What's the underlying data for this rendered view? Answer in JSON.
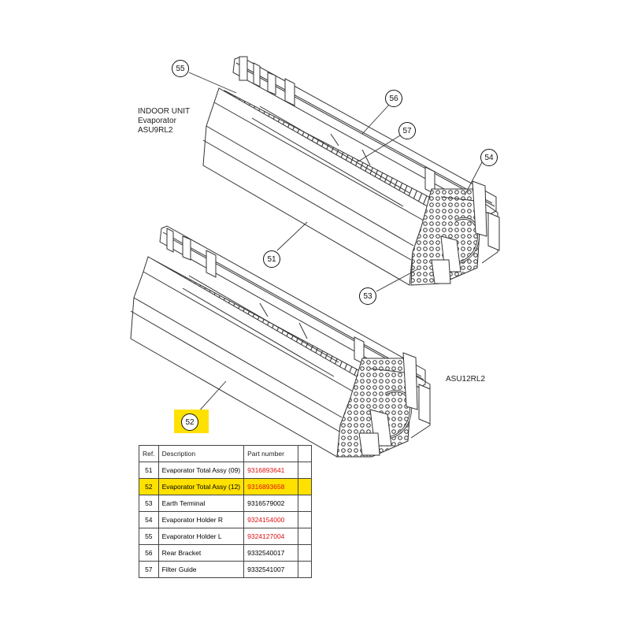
{
  "labels": {
    "indoor_unit": "INDOOR UNIT",
    "evaporator": "Evaporator",
    "model_a": "ASU9RL2",
    "model_b": "ASU12RL2"
  },
  "callouts": [
    "55",
    "56",
    "57",
    "54",
    "51",
    "53",
    "52"
  ],
  "highlight_color": "#ffe100",
  "red_color": "#dd1111",
  "table": {
    "headers": [
      "Ref.",
      "Description",
      "Part number",
      ""
    ],
    "rows": [
      {
        "ref": "51",
        "desc": "Evaporator Total Assy (09)",
        "pn": "9316893641",
        "red": true,
        "hl": false
      },
      {
        "ref": "52",
        "desc": "Evaporator Total Assy (12)",
        "pn": "9316893658",
        "red": true,
        "hl": true
      },
      {
        "ref": "53",
        "desc": "Earth Terminal",
        "pn": "9316579002",
        "red": false,
        "hl": false
      },
      {
        "ref": "54",
        "desc": "Evaporator Holder R",
        "pn": "9324154000",
        "red": true,
        "hl": false
      },
      {
        "ref": "55",
        "desc": "Evaporator Holder L",
        "pn": "9324127004",
        "red": true,
        "hl": false
      },
      {
        "ref": "56",
        "desc": "Rear Bracket",
        "pn": "9332540017",
        "red": false,
        "hl": false
      },
      {
        "ref": "57",
        "desc": "Filter Guide",
        "pn": "9332541007",
        "red": false,
        "hl": false
      }
    ]
  }
}
